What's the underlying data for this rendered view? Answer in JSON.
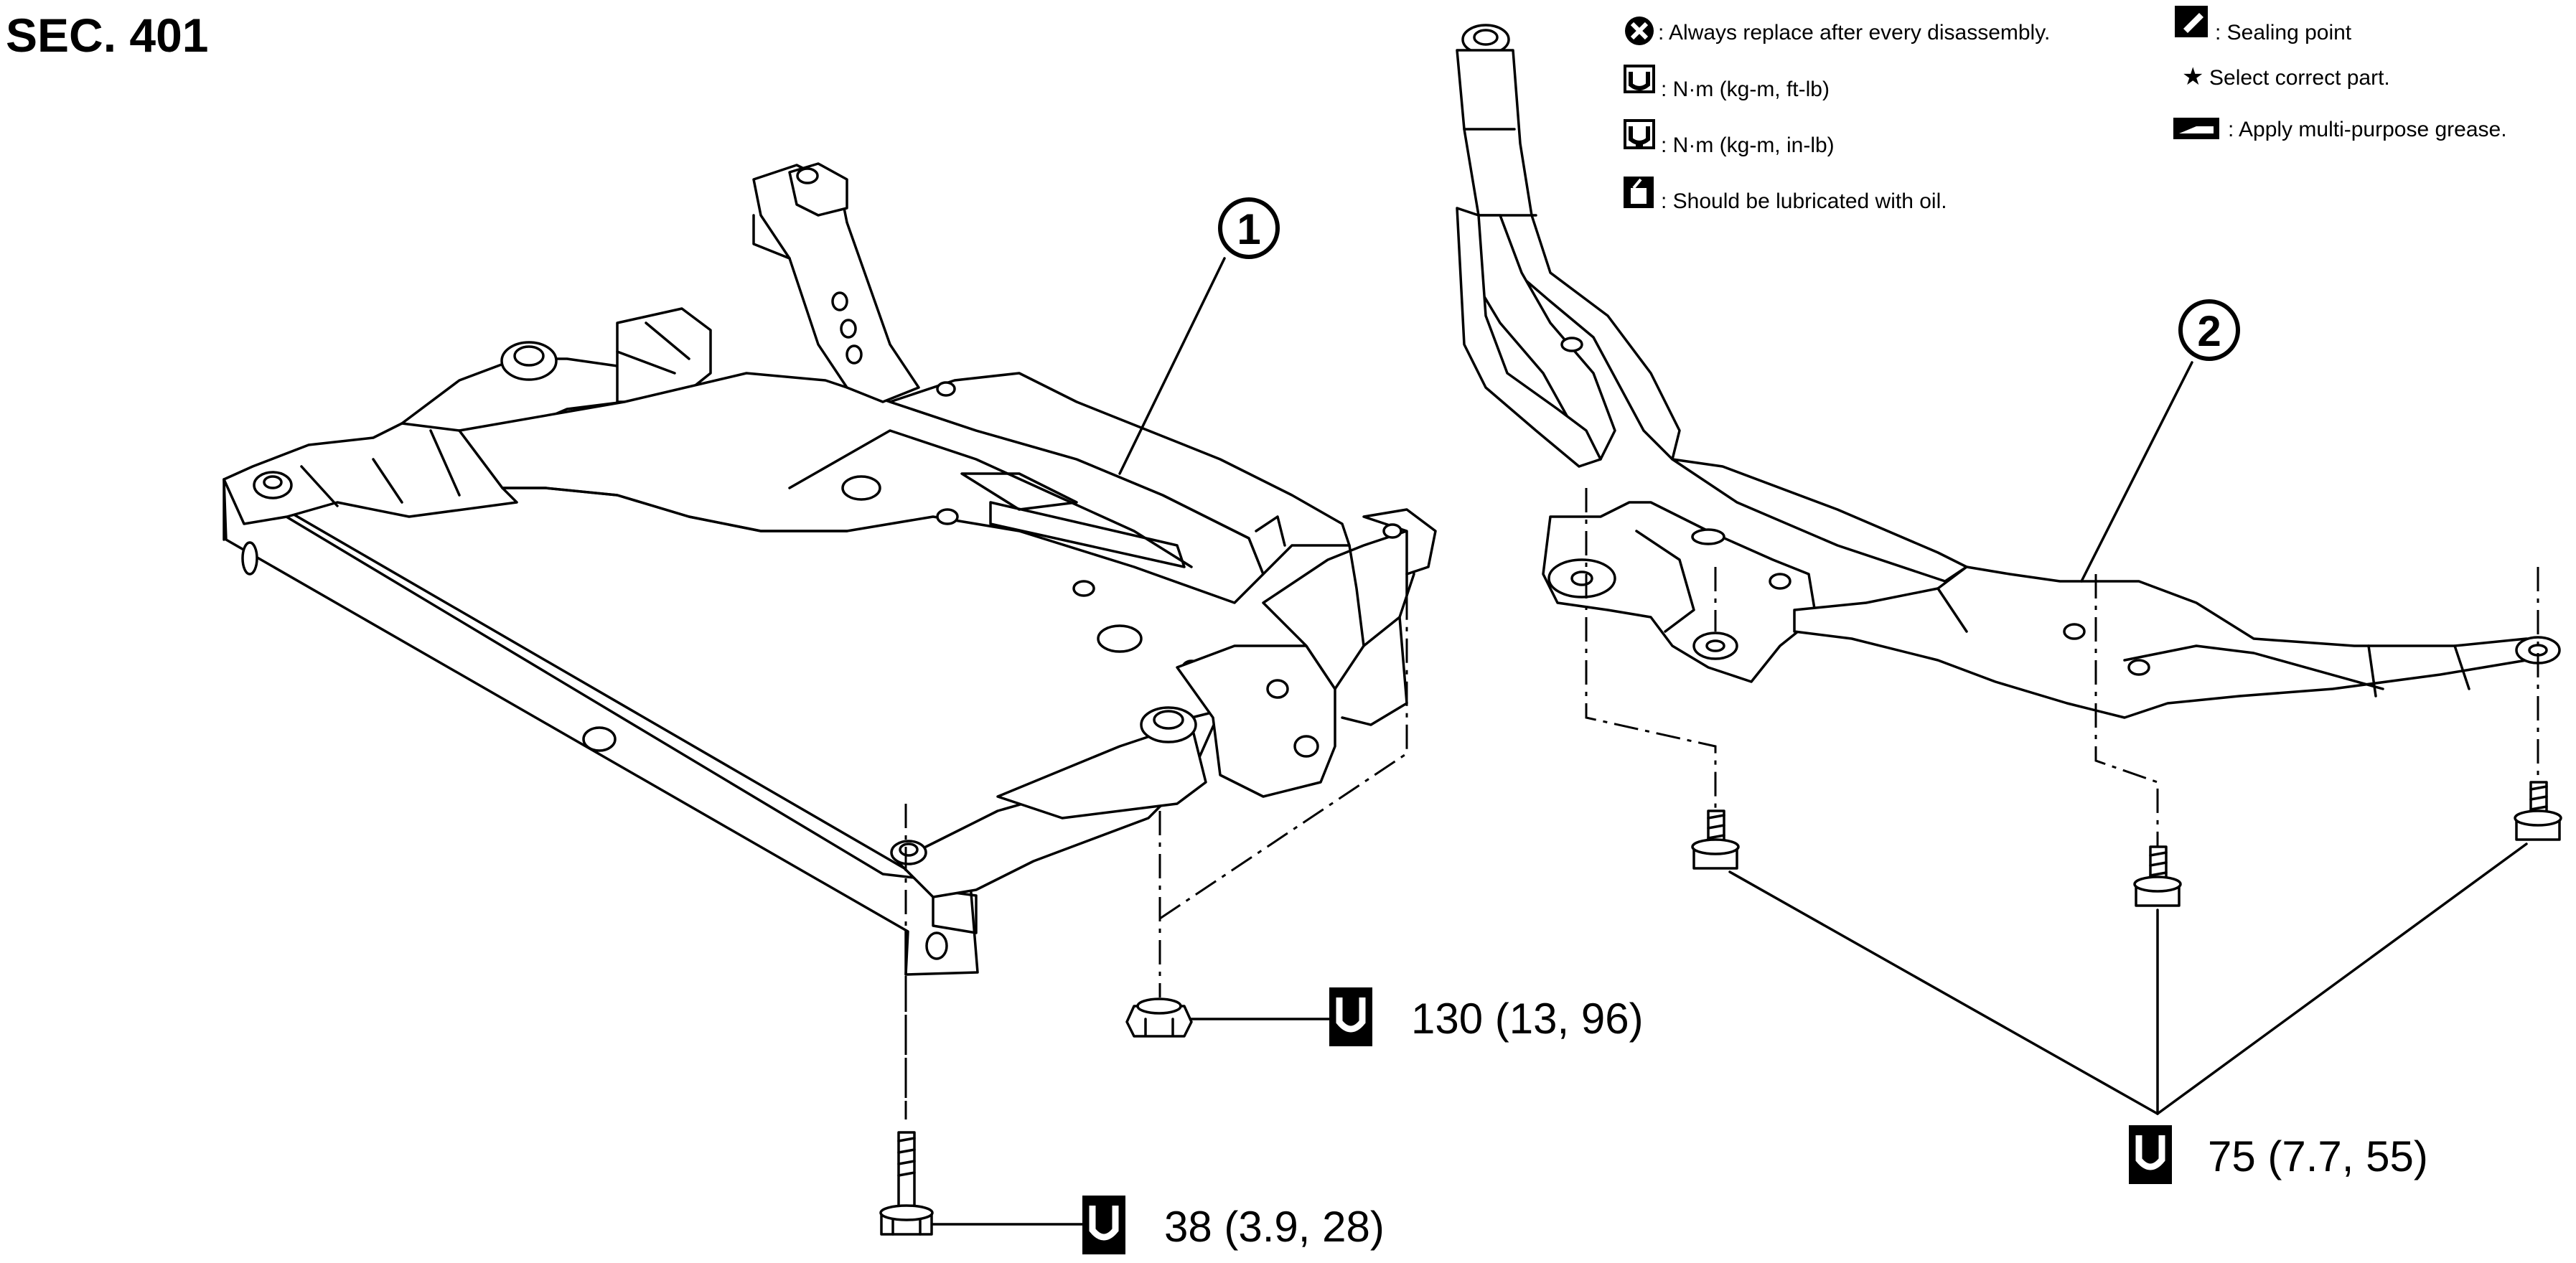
{
  "section_title": "SEC. 401",
  "legend": {
    "always_replace": ": Always replace after every disassembly.",
    "torque_ftlb": ": N·m (kg-m, ft-lb)",
    "torque_inlb": ": N·m (kg-m, in-lb)",
    "lubricate_oil": ": Should be lubricated with oil.",
    "sealing_point": ": Sealing point",
    "select_part": "Select correct part.",
    "grease": ": Apply multi-purpose grease."
  },
  "callouts": {
    "part1": "1",
    "part2": "2"
  },
  "torques": {
    "nut_front": "130 (13, 96)",
    "bolt_front": "38 (3.9, 28)",
    "rear_bolts": "75 (7.7, 55)"
  },
  "colors": {
    "ink": "#000000",
    "paper": "#ffffff"
  }
}
